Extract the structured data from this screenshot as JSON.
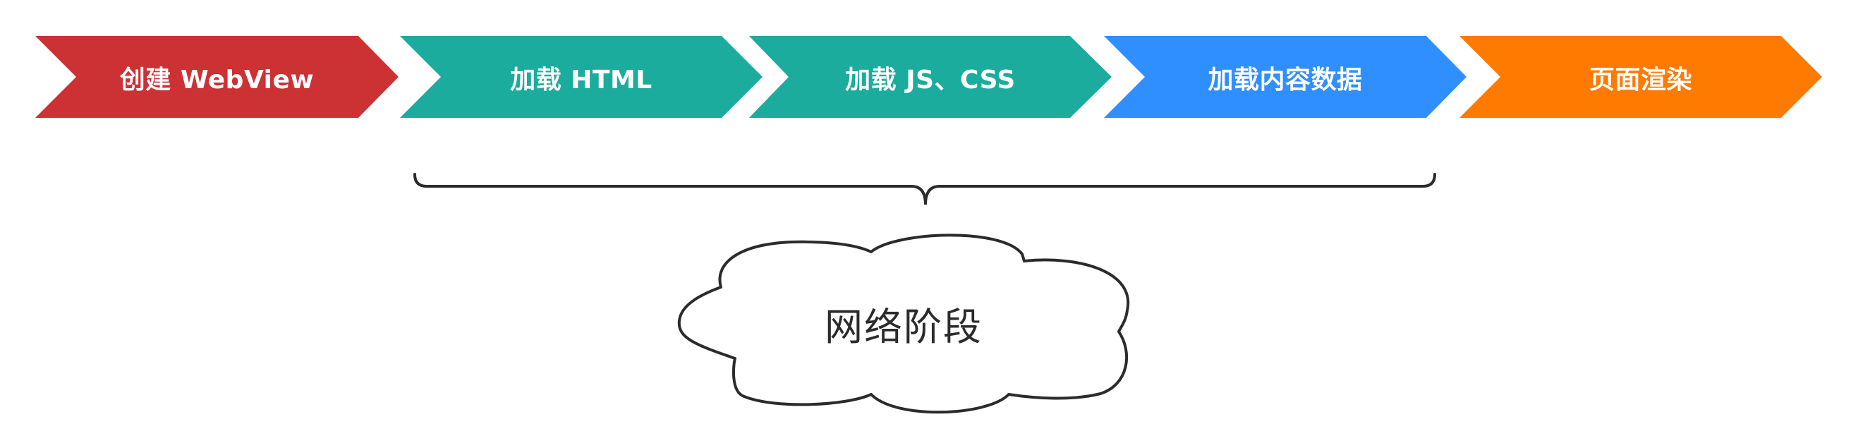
{
  "diagram": {
    "steps": [
      {
        "label": "创建 WebView",
        "color": "#CC3134"
      },
      {
        "label": "加载 HTML",
        "color": "#1BAC9E"
      },
      {
        "label": "加载 JS、CSS",
        "color": "#1BAC9E"
      },
      {
        "label": "加载内容数据",
        "color": "#2F8FFF"
      },
      {
        "label": "页面渲染",
        "color": "#FF7A00"
      }
    ],
    "brace": {
      "spans_steps": [
        "加载 HTML",
        "加载 JS、CSS",
        "加载内容数据"
      ],
      "color": "#2B2B2B"
    },
    "cloud": {
      "label": "网络阶段",
      "stroke": "#2B2B2B",
      "fill": "#FFFFFF"
    }
  }
}
